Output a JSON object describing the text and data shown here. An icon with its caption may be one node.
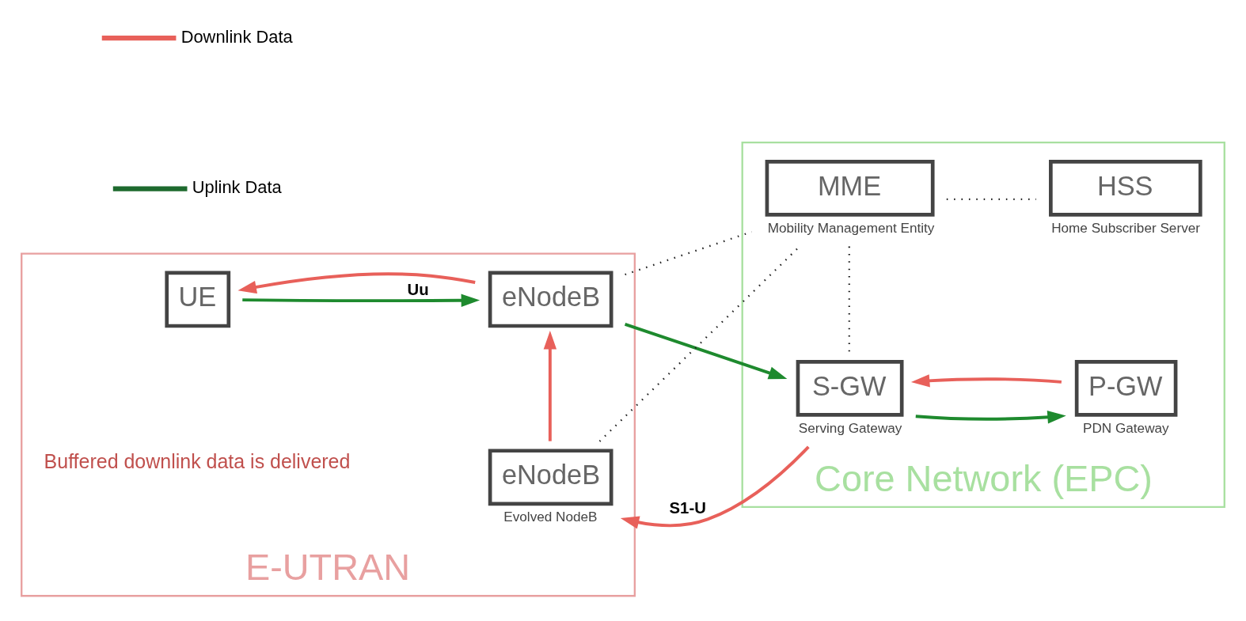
{
  "diagram": {
    "nodes": [
      {
        "text": [
          "E-UTRAN"
        ]
      },
      {
        "text": [
          "UE"
        ],
        "in": 0
      },
      {
        "text": [
          "eNodeB"
        ],
        "in": 0
      },
      {
        "text": [
          "eNodeB"
        ],
        "beside": [
          "Evolved NodeB"
        ],
        "in": 0
      },
      {
        "text": [
          "Core Network (EPC)"
        ]
      },
      {
        "text": [
          "MME"
        ],
        "beside": [
          "Mobility Management Entity"
        ],
        "in": 4
      },
      {
        "text": [
          "HSS"
        ],
        "beside": [
          "Home Subscriber Server"
        ],
        "in": 4
      },
      {
        "text": [
          "S-GW"
        ],
        "beside": [
          "Serving Gateway"
        ],
        "in": 4
      },
      {
        "text": [
          "P-GW"
        ],
        "beside": [
          "PDN Gateway"
        ],
        "in": 4
      }
    ],
    "edges": [
      {
        "from": 1,
        "to": 2,
        "arrow": "to",
        "label": "Uu",
        "color": "#1e8a2e"
      },
      {
        "from": 2,
        "to": 1,
        "arrow": "to",
        "color": "#e8605a"
      },
      {
        "from": 2,
        "to": 5,
        "arrow": "none",
        "style": "dashed",
        "color": "#222222"
      },
      {
        "from": 5,
        "to": 6,
        "arrow": "none",
        "style": "dashed",
        "color": "#222222"
      },
      {
        "from": 2,
        "to": 7,
        "arrow": "to",
        "color": "#1e8a2e"
      },
      {
        "from": 3,
        "to": 2,
        "arrow": "to",
        "color": "#e8605a"
      },
      {
        "from": 3,
        "to": 5,
        "arrow": "none",
        "style": "dashed",
        "color": "#222222"
      },
      {
        "from": 5,
        "to": 7,
        "arrow": "none",
        "style": "dashed",
        "color": "#222222"
      },
      {
        "from": 7,
        "to": 3,
        "arrow": "to",
        "label": "S1-U",
        "color": "#e8605a"
      },
      {
        "from": 7,
        "to": 8,
        "arrow": "to",
        "color": "#1e8a2e"
      },
      {
        "from": 8,
        "to": 7,
        "arrow": "to",
        "color": "#e8605a"
      }
    ],
    "labels": [
      "Buffered downlink data is delivered"
    ],
    "legend": [
      {
        "text": "Downlink Data"
      },
      {
        "text": "Uplink Data"
      }
    ]
  }
}
